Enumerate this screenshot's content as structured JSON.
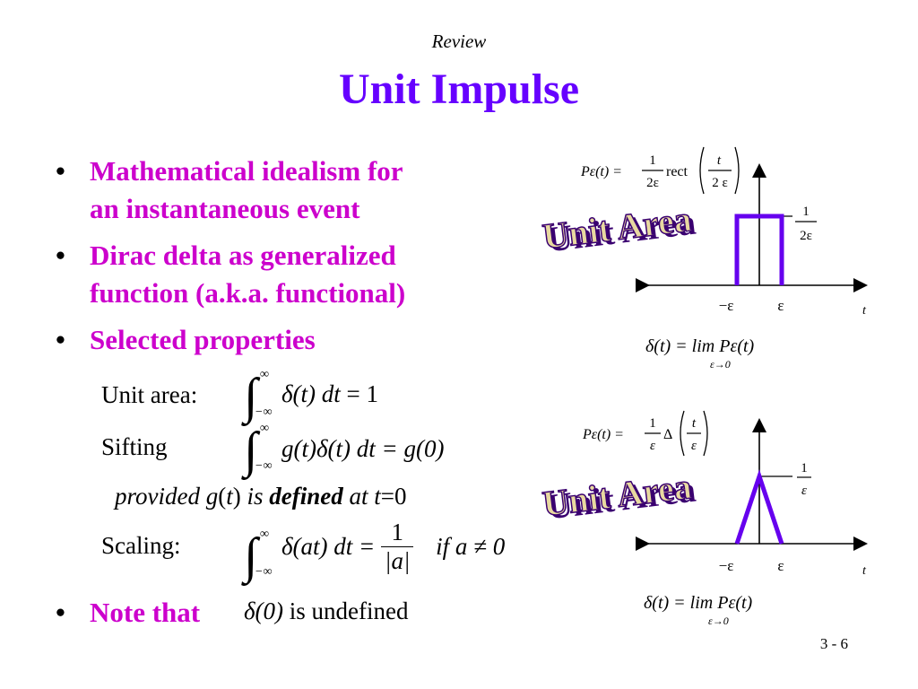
{
  "header": {
    "review": "Review",
    "title": "Unit Impulse"
  },
  "bullets": [
    {
      "line1": "Mathematical idealism for",
      "line2": "an instantaneous event"
    },
    {
      "line1": "Dirac delta as generalized",
      "line2": "function  (a.k.a. functional)"
    },
    {
      "line1": "Selected properties"
    }
  ],
  "properties": {
    "unit_area_label": "Unit area:",
    "sifting_label": "Sifting",
    "provided_text": "provided g(t) is defined at t=0",
    "provided_parts": {
      "a": "provided ",
      "b": "g",
      "c": "(",
      "d": "t",
      "e": ") ",
      "f": "is ",
      "g": "defined",
      "h": " at ",
      "i": "t",
      "j": "=0"
    },
    "scaling_label": "Scaling:"
  },
  "equations": {
    "int_upper": "∞",
    "int_lower": "−∞",
    "unit_area": {
      "lhs": "δ(t) dt",
      "rhs": "= 1"
    },
    "sifting": {
      "lhs": "g(t)δ(t) dt",
      "rhs": "= g(0)"
    },
    "scaling": {
      "lhs": "δ(at) dt =",
      "num": "1",
      "den": "|a|",
      "cond": "if  a ≠ 0"
    }
  },
  "note": {
    "label": "Note that",
    "expr": "δ(0)",
    "rest": "is undefined"
  },
  "plot_rect": {
    "formula_lhs": "Pε(t) =",
    "formula_frac_num": "1",
    "formula_frac_den": "2ε",
    "formula_fn": "rect",
    "formula_arg_num": "t",
    "formula_arg_den": "2 ε",
    "height_num": "1",
    "height_den": "2ε",
    "tick_left": "−ε",
    "tick_right": "ε",
    "axis_label": "t",
    "limit_lhs": "δ(t) = lim Pε(t)",
    "limit_sub": "ε→0",
    "stamp": "Unit Area"
  },
  "plot_tri": {
    "formula_lhs": "Pε(t) =",
    "formula_frac_num": "1",
    "formula_frac_den": "ε",
    "formula_fn": "Δ",
    "formula_arg_num": "t",
    "formula_arg_den": "ε",
    "height_num": "1",
    "height_den": "ε",
    "tick_left": "−ε",
    "tick_right": "ε",
    "axis_label": "t",
    "limit_lhs": "δ(t) = lim Pε(t)",
    "limit_sub": "ε→0",
    "stamp": "Unit Area"
  },
  "colors": {
    "title": "#6600FF",
    "bullet": "#CC00CC",
    "pulse": "#6600EE",
    "stamp_fill": "#E8D9A0",
    "stamp_stroke": "#3A0070"
  },
  "page_number": "3 - 6"
}
